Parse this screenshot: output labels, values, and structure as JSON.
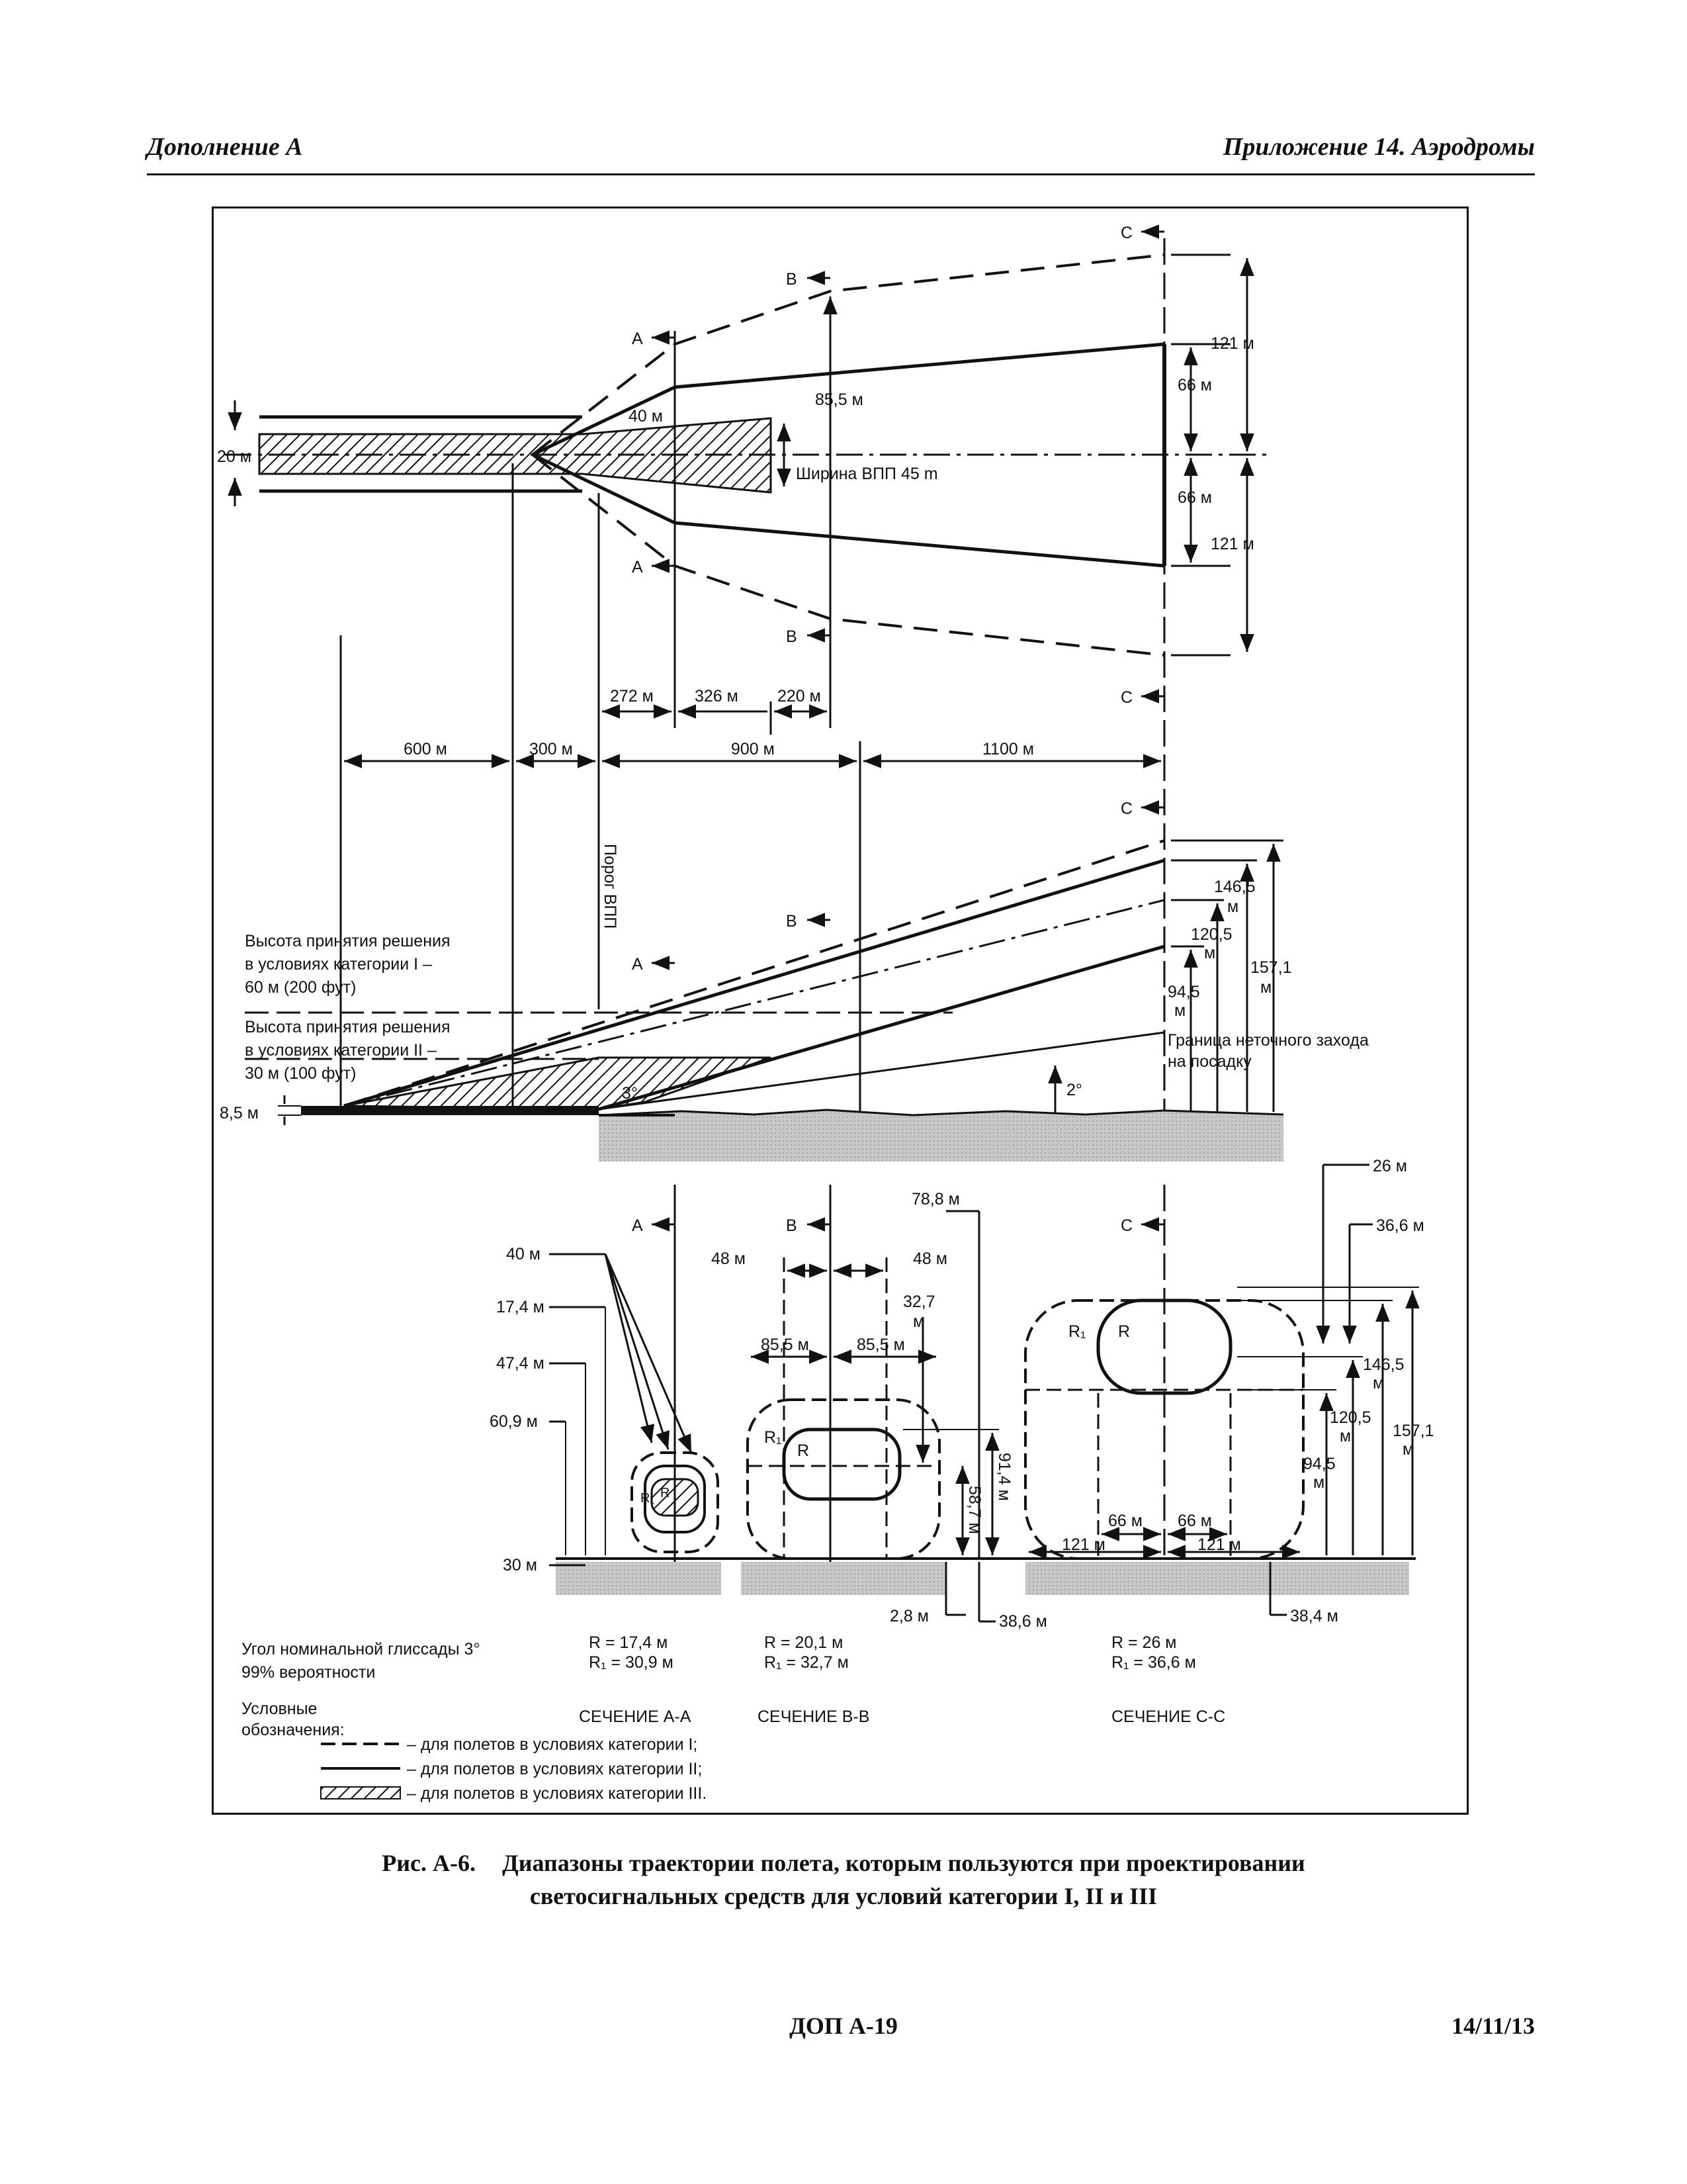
{
  "header": {
    "left": "Дополнение А",
    "right": "Приложение 14.  Аэродромы"
  },
  "plan": {
    "section_letters": {
      "a": "A",
      "b": "B",
      "c": "C"
    },
    "width_20": "20 м",
    "width_40": "40 м",
    "runway_width": "Ширина ВПП 45 m",
    "half_85_5": "85,5 м",
    "upper_121": "121 м",
    "upper_66": "66 м",
    "lower_66": "66 м",
    "lower_121": "121 м",
    "dim_272": "272 м",
    "dim_326": "326 м",
    "dim_220": "220 м",
    "dim_600": "600 м",
    "dim_300": "300 м",
    "dim_900": "900 м",
    "dim_1100": "1100 м"
  },
  "profile": {
    "threshold": "Порог ВПП",
    "dh_cat1": [
      "Высота принятия решения",
      "в условиях категории I –",
      "60 м (200 фут)"
    ],
    "dh_cat2": [
      "Высота принятия решения",
      "в условиях категории II –",
      "30 м (100 фут)"
    ],
    "h_8_5": "8,5 м",
    "angle_3": "3°",
    "angle_2": "2°",
    "h_146_5": [
      "146,5",
      "м"
    ],
    "h_120_5": [
      "120,5",
      "м"
    ],
    "h_94_5": [
      "94,5",
      "м"
    ],
    "h_157_1": [
      "157,1",
      "м"
    ],
    "missed_approach": [
      "Граница неточного захода",
      "на посадку"
    ]
  },
  "sections": {
    "aa": {
      "labels": [
        "40 м",
        "17,4 м",
        "47,4 м",
        "60,9 м",
        "30 м"
      ],
      "r": "R = 17,4 м",
      "r1": "R₁ = 30,9 м",
      "title": "СЕЧЕНИЕ А-А"
    },
    "bb": {
      "labels": [
        "48 м",
        "48 м",
        "78,8 м",
        "32,7",
        "м",
        "85,5 м",
        "85,5 м",
        "91,4 м",
        "58,7 м",
        "2,8 м",
        "38,6 м"
      ],
      "r": "R = 20,1 м",
      "r1": "R₁ = 32,7 м",
      "title": "СЕЧЕНИЕ В-В"
    },
    "cc": {
      "labels": [
        "26 м",
        "36,6 м",
        "66 м",
        "66 м",
        "121 м",
        "121 м",
        "38,4 м"
      ],
      "heights": [
        "146,5",
        "м",
        "120,5",
        "м",
        "94,5",
        "м",
        "157,1",
        "м"
      ],
      "r": "R = 26 м",
      "r1": "R₁ = 36,6 м",
      "title": "СЕЧЕНИЕ С-С"
    },
    "r_mark": "R",
    "r1_mark": "R₁"
  },
  "notes": {
    "glide": "Угол номинальной глиссады 3°",
    "probability": "99% вероятности"
  },
  "legend": {
    "title": [
      "Условные",
      "обозначения:"
    ],
    "cat1": "– для полетов в условиях категории I;",
    "cat2": "– для полетов в условиях категории II;",
    "cat3": "– для полетов в условиях категории III."
  },
  "caption": {
    "number": "Рис. А-6.",
    "line1": "Диапазоны траектории полета, которым пользуются при проектировании",
    "line2": "светосигнальных средств для условий категории I, II и III"
  },
  "footer": {
    "page": "ДОП А-19",
    "date": "14/11/13"
  }
}
